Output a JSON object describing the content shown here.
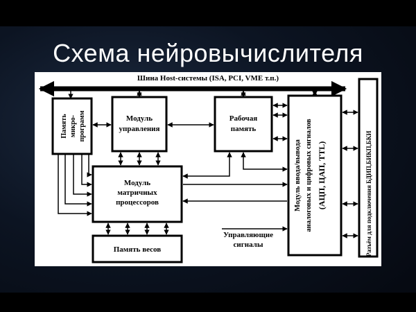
{
  "slide": {
    "title": "Схема нейровычислителя",
    "bg_color": "#0c1422",
    "title_color": "#ffffff"
  },
  "diagram": {
    "bus_label": "Шина Host-системы (ISA, PCI, VME т.п.)",
    "program_memory": [
      "Память",
      "микро-",
      "программ"
    ],
    "control_module": [
      "Модуль",
      "управления"
    ],
    "working_memory": [
      "Рабочая",
      "память"
    ],
    "io_module": [
      "Модуль ввода/вывода",
      "аналоговых и цифровых сигналов",
      "(АЦП, ЦАП, TTL)"
    ],
    "connector": "Разъём для подключения БДИП,БИКП,БКИ",
    "matrix_module": [
      "Модуль",
      "матричных",
      "процессоров"
    ],
    "weights_memory": "Память весов",
    "control_signals": [
      "Управляющие",
      "сигналы"
    ]
  }
}
